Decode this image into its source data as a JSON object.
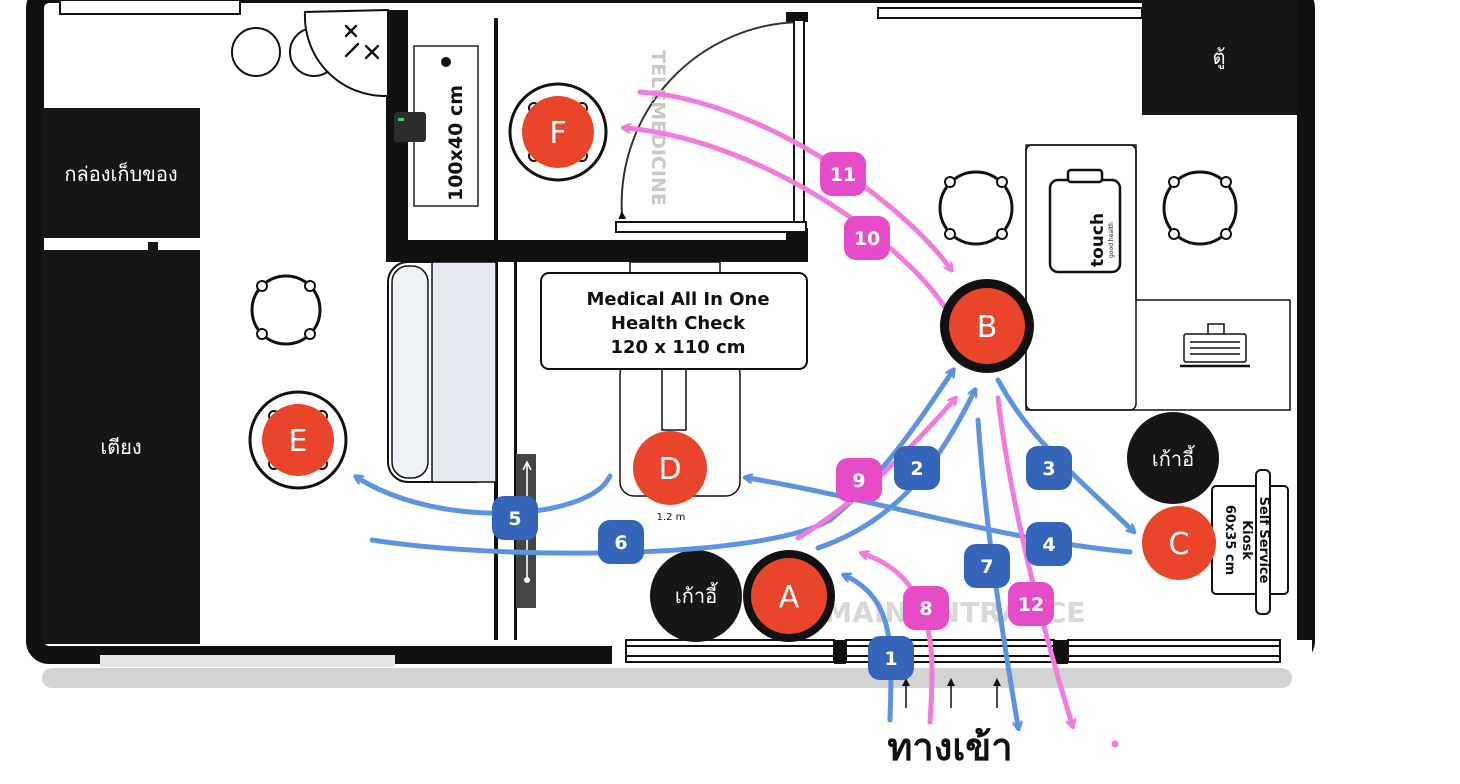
{
  "colors": {
    "wall": "#111111",
    "dark_block": "#161616",
    "station": "#e8452b",
    "blue_arrow": "#5d94e0",
    "pink_arrow": "#f07ddc",
    "blue_badge": "#3465b8",
    "pink_badge": "#e64cc8",
    "floor_shadow": "#d3d3d3"
  },
  "labels": {
    "storage_box": "กล่องเก็บของ",
    "bed": "เตียง",
    "cabinet": "ตู้",
    "chair_right": "เก้าอี้",
    "chair_left": "เก้าอี้",
    "entrance": "ทางเข้า",
    "main_entrance": "MAIN ENTRANCE",
    "telemedicine": "TELEMEDICINE",
    "desk_size": "100x40 cm",
    "medical_line1": "Medical All In One",
    "medical_line2": "Health Check",
    "medical_line3": "120 x 110 cm",
    "kiosk_line1": "Self Service",
    "kiosk_line2": "Kiosk",
    "kiosk_line3": "60x35 cm",
    "distance": "1.2 m",
    "touch_brand": "touch",
    "touch_sub": "good health"
  },
  "stations": [
    {
      "id": "A",
      "label": "A"
    },
    {
      "id": "B",
      "label": "B"
    },
    {
      "id": "C",
      "label": "C"
    },
    {
      "id": "D",
      "label": "D"
    },
    {
      "id": "E",
      "label": "E"
    },
    {
      "id": "F",
      "label": "F"
    }
  ],
  "steps": [
    {
      "label": "1",
      "group": "blue"
    },
    {
      "label": "2",
      "group": "blue"
    },
    {
      "label": "3",
      "group": "blue"
    },
    {
      "label": "4",
      "group": "blue"
    },
    {
      "label": "5",
      "group": "blue"
    },
    {
      "label": "6",
      "group": "blue"
    },
    {
      "label": "7",
      "group": "blue"
    },
    {
      "label": "8",
      "group": "pink"
    },
    {
      "label": "9",
      "group": "pink"
    },
    {
      "label": "10",
      "group": "pink"
    },
    {
      "label": "11",
      "group": "pink"
    },
    {
      "label": "12",
      "group": "pink"
    }
  ]
}
